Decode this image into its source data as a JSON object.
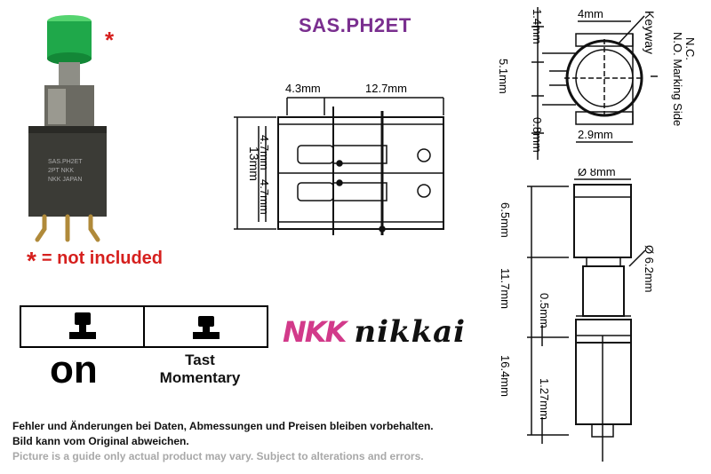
{
  "title": "SAS.PH2ET",
  "asterisk": "*",
  "footnote": {
    "star": "*",
    "text": "= not included"
  },
  "function": {
    "on": "on",
    "tast_line1": "Tast",
    "tast_line2": "Momentary"
  },
  "brand": {
    "nkk": "NKK",
    "nikkai": "nikkai"
  },
  "product_labels": {
    "line1": "SAS.PH2ET",
    "line2": "2PT NKK",
    "line3": "NKK JAPAN"
  },
  "disclaimer": {
    "line1": "Fehler und Änderungen bei Daten, Abmessungen und Preisen bleiben vorbehalten.",
    "line2": "Bild kann vom Original abweichen.",
    "line3": "Picture is a guide only actual product may vary. Subject to alterations and errors."
  },
  "top_view": {
    "d1": "4.3mm",
    "d2": "12.7mm",
    "d3": "13mm",
    "d4": "4.7mm",
    "d5": "4.7mm"
  },
  "side_view": {
    "d1": "1.4mm",
    "d2": "4mm",
    "d3": "5.1mm",
    "d4": "0.8mm",
    "d5": "2.9mm",
    "keyway": "Keyway",
    "nc": "N.C.",
    "no": "N.O. Marking Side"
  },
  "front_view": {
    "d1": "Ø 8mm",
    "d2": "6.5mm",
    "d3": "Ø 6.2mm",
    "d4": "11.7mm",
    "d5": "0.5mm",
    "d6": "16.4mm",
    "d7": "1.27mm"
  },
  "colors": {
    "title": "#7a2f8f",
    "red": "#d6201e",
    "cap": "#1fa84a",
    "nkk": "#d23a8a"
  }
}
